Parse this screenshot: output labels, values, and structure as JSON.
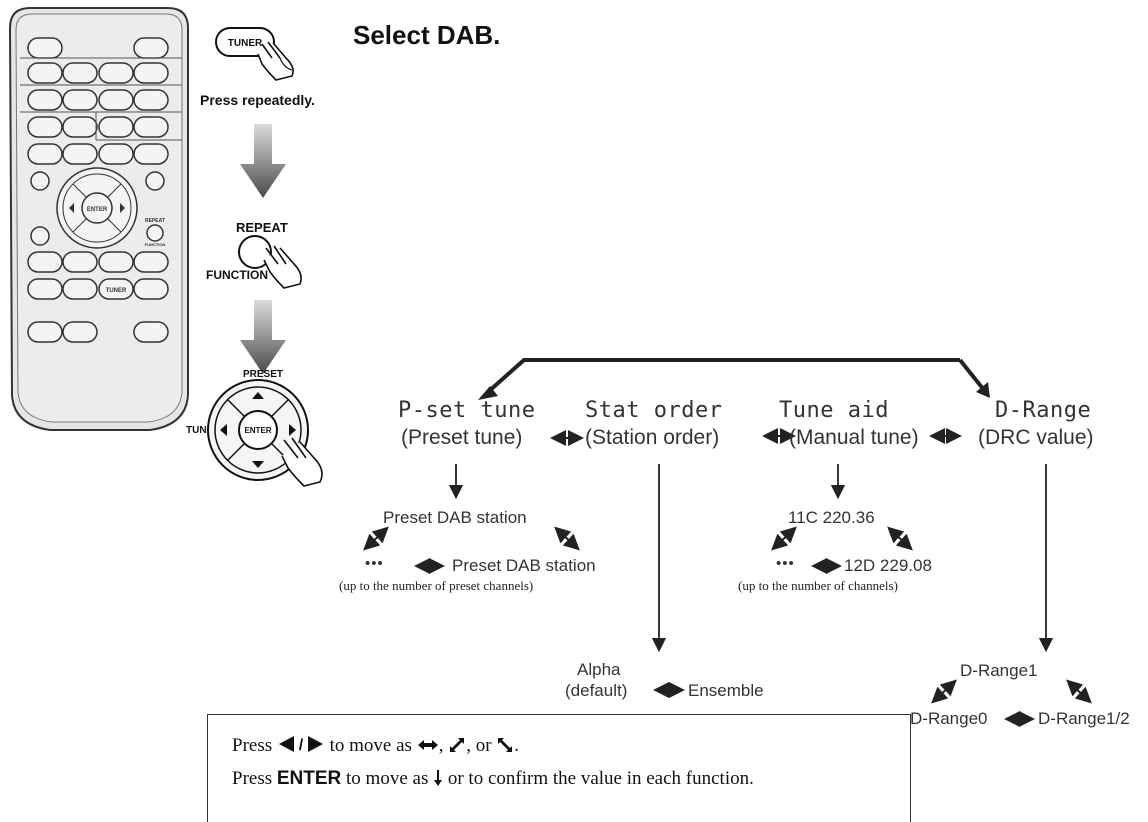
{
  "header": {
    "title": "Select DAB.",
    "press_repeatedly": "Press repeatedly."
  },
  "remote": {
    "button_enter": "ENTER",
    "button_repeat": "REPEAT",
    "button_function": "FUNCTION",
    "button_tuner": "TUNER"
  },
  "steps": {
    "tuner_key_label": "TUNER",
    "repeat_label": "REPEAT",
    "function_label": "FUNCTION",
    "preset_label": "PRESET",
    "tune_label": "TUNE",
    "enter_label": "ENTER"
  },
  "functions": [
    {
      "display": "P-set tune",
      "desc": "(Preset tune)"
    },
    {
      "display": "Stat order",
      "desc": "(Station order)"
    },
    {
      "display": "Tune aid",
      "desc": "(Manual tune)"
    },
    {
      "display": "D-Range",
      "desc": "(DRC value)"
    }
  ],
  "preset": {
    "top": "Preset DAB station",
    "dots": "•••",
    "right": "Preset DAB station",
    "note": "(up to the number of preset channels)"
  },
  "manual": {
    "top": "11C 220.36",
    "dots": "•••",
    "right": "12D 229.08",
    "note": "(up to the number of channels)"
  },
  "station_order": {
    "left_line1": "Alpha",
    "left_line2": "(default)",
    "right": "Ensemble"
  },
  "drc": {
    "top": "D-Range1",
    "left": "D-Range0",
    "right": "D-Range1/2"
  },
  "instructions": {
    "line1_pre": "Press",
    "line1_post": "to move as",
    "line1_or": ", or",
    "line2_pre": "Press",
    "line2_key": "ENTER",
    "line2_mid": "to move as",
    "line2_post": "or to confirm the value in each function."
  }
}
